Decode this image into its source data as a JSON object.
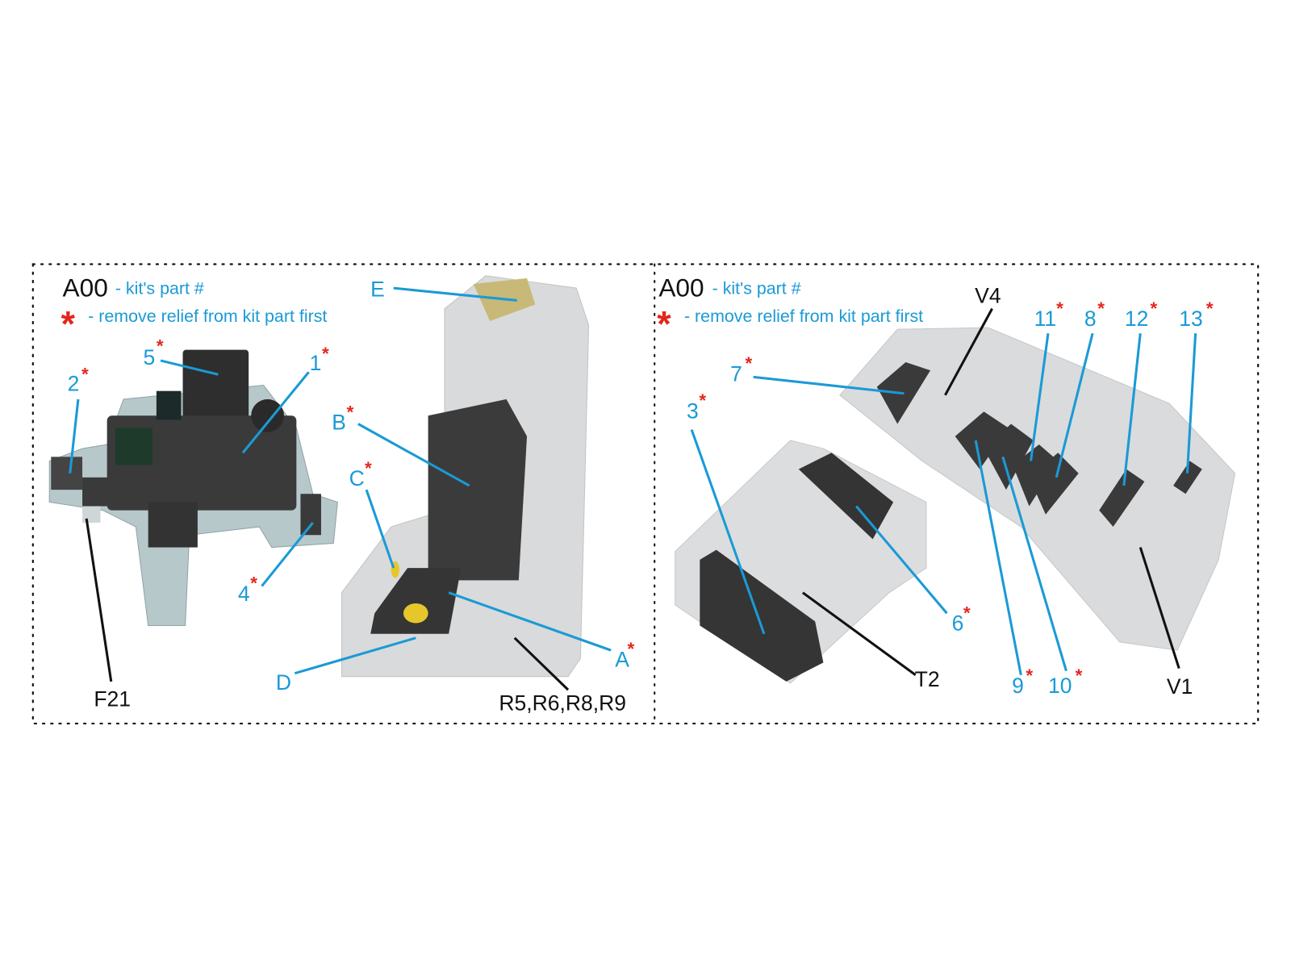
{
  "legend": {
    "part_code": "A00",
    "part_code_desc": "- kit's part #",
    "asterisk": "*",
    "asterisk_desc": "- remove relief from kit part first"
  },
  "left_panel": {
    "callouts": {
      "E": "E",
      "five": "5",
      "two": "2",
      "one": "1",
      "B": "B",
      "C": "C",
      "four": "4",
      "D": "D",
      "A": "A"
    },
    "kit_parts": {
      "F21": "F21",
      "R": "R5,R6,R8,R9"
    }
  },
  "right_panel": {
    "callouts": {
      "eleven": "11",
      "eight": "8",
      "twelve": "12",
      "thirteen": "13",
      "seven": "7",
      "three": "3",
      "six": "6",
      "nine": "9",
      "ten": "10"
    },
    "kit_parts": {
      "V4": "V4",
      "T2": "T2",
      "V1": "V1"
    }
  },
  "colors": {
    "callout": "#1a9ad6",
    "asterisk": "#e3261c",
    "kit_part": "#111111"
  }
}
